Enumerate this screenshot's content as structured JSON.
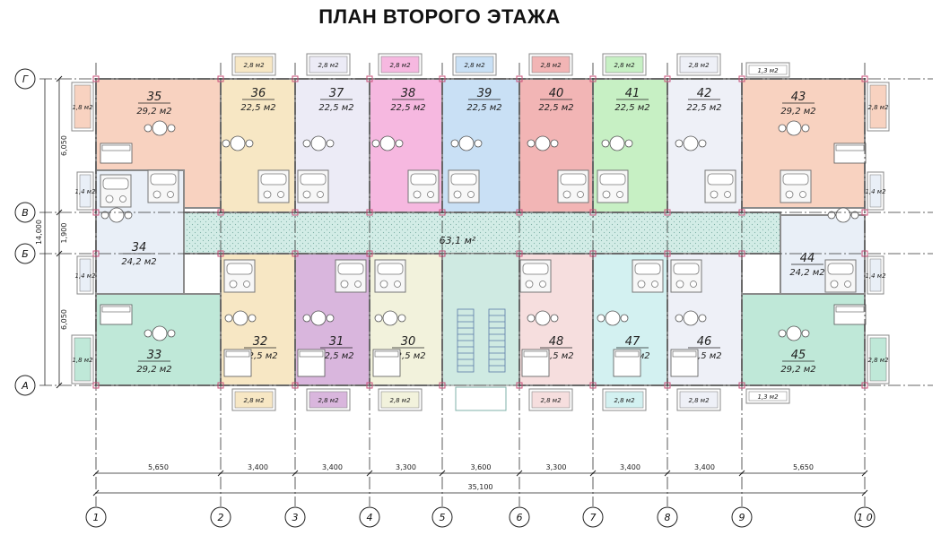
{
  "title": "ПЛАН ВТОРОГО ЭТАЖА",
  "axes_rows": [
    "Г",
    "В",
    "Б",
    "А"
  ],
  "axes_cols": [
    "1",
    "2",
    "3",
    "4",
    "5",
    "6",
    "7",
    "8",
    "9",
    "1 0"
  ],
  "dims_bottom": [
    "5,650",
    "3,400",
    "3,400",
    "3,300",
    "3,600",
    "3,300",
    "3,400",
    "3,400",
    "5,650"
  ],
  "dim_total": "35,100",
  "dims_left": [
    "6,050",
    "1,900",
    "6,050"
  ],
  "dim_left_total": "14,000",
  "corridor_area": "63,1 м²",
  "colors": {
    "apt35": "#f8d2c0",
    "apt36": "#f7e7c4",
    "apt37": "#ecebf6",
    "apt38": "#f6b8e0",
    "apt39": "#c9e0f5",
    "apt40": "#f2b5b5",
    "apt41": "#c7f0c4",
    "apt42": "#eef0f7",
    "apt43": "#f8d2c0",
    "apt34": "#e9eff7",
    "apt44": "#e9eff7",
    "apt33": "#bfe8d8",
    "apt32": "#f7e7c4",
    "apt31": "#d9b6dd",
    "apt30": "#f2f2dc",
    "apt48": "#f6dede",
    "apt47": "#d3f1f1",
    "apt46": "#eef0f7",
    "apt45": "#bfe8d8",
    "corridor": "#d2ece6",
    "wall": "#8b8b8b",
    "axis": "#333333"
  },
  "apartments": [
    {
      "num": "35",
      "area": "29,2 м2"
    },
    {
      "num": "36",
      "area": "22,5 м2"
    },
    {
      "num": "37",
      "area": "22,5 м2"
    },
    {
      "num": "38",
      "area": "22,5 м2"
    },
    {
      "num": "39",
      "area": "22,5 м2"
    },
    {
      "num": "40",
      "area": "22,5 м2"
    },
    {
      "num": "41",
      "area": "22,5 м2"
    },
    {
      "num": "42",
      "area": "22,5 м2"
    },
    {
      "num": "43",
      "area": "29,2 м2"
    },
    {
      "num": "34",
      "area": "24,2 м2"
    },
    {
      "num": "44",
      "area": "24,2 м2"
    },
    {
      "num": "33",
      "area": "29,2 м2"
    },
    {
      "num": "32",
      "area": "22,5 м2"
    },
    {
      "num": "31",
      "area": "22,5 м2"
    },
    {
      "num": "30",
      "area": "22,5 м2"
    },
    {
      "num": "48",
      "area": "22,5 м2"
    },
    {
      "num": "47",
      "area": "22,5 м2"
    },
    {
      "num": "46",
      "area": "22,5 м2"
    },
    {
      "num": "45",
      "area": "29,2 м2"
    }
  ],
  "balconies_top": [
    "2,8 м2",
    "2,8 м2",
    "2,8 м2",
    "2,8 м2",
    "2,8 м2",
    "2,8 м2",
    "2,8 м2",
    "1,3 м2"
  ],
  "balconies_bottom": [
    "2,8 м2",
    "2,8 м2",
    "2,8 м2",
    "2,8 м2",
    "2,8 м2",
    "2,8 м2",
    "1,3 м2"
  ],
  "balconies_side": [
    "1,8 м2",
    "1,4 м2",
    "1,4 м2",
    "1,8 м2",
    "2,8 м2",
    "1,4 м2",
    "1,4 м2",
    "2,8 м2"
  ]
}
